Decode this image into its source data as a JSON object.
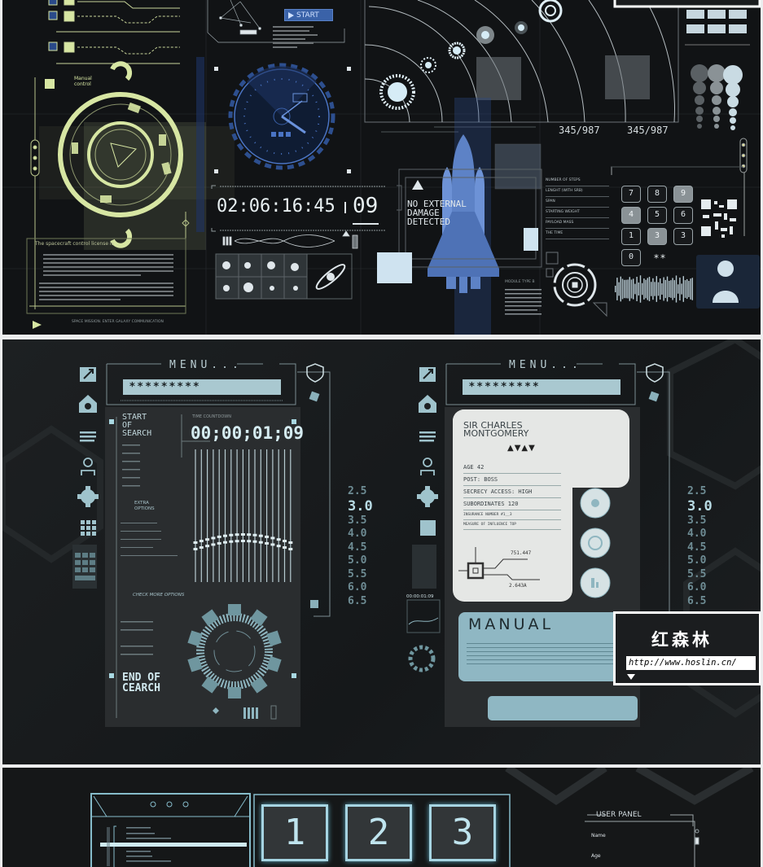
{
  "top": {
    "manual_control": [
      "Manual",
      "control"
    ],
    "start_label": "START",
    "license_title": "The spacecraft control license is",
    "footer": "SPACE MISSION. ENTER GALAXY COMMUNICATION",
    "timer_main": "02:06:16:45",
    "timer_frames": "09",
    "counters": [
      "345/987",
      "345/987"
    ],
    "alert": [
      "NO EXTERNAL",
      "DAMAGE",
      "DETECTED"
    ],
    "stats": [
      "NUMBER OF STEPS",
      "LENGHT (WITH SRB)",
      "SPAN",
      "STARTING WEIGHT",
      "PAYLOAD MASS",
      "THE TIME"
    ],
    "module_label": "MODULE TYPE B",
    "keypad": [
      "7",
      "8",
      "9",
      "4",
      "5",
      "6",
      "1",
      "3",
      "3",
      "0"
    ],
    "keypad_mask": "**"
  },
  "menu_left": {
    "title": "MENU...",
    "password": "*********",
    "start_search": [
      "START",
      "OF",
      "SEARCH"
    ],
    "countdown_label": "TIME COUNTDOWN",
    "countdown": "00;00;01;09",
    "extra_options": [
      "EXTRA",
      "OPTIONS"
    ],
    "check_more": "CHECK MORE OPTIONS",
    "end_search": [
      "END OF",
      "CEARCH"
    ]
  },
  "menu_right": {
    "title": "MENU...",
    "password": "*********",
    "name": [
      "SIR CHARLES",
      "MONTGOMERY"
    ],
    "fields": [
      "AGE  42",
      "POST:  BOSS",
      "SECRECY ACCESS: HIGH",
      "SUBORDINATES  120",
      "INSURANCE NUMBER #1__3",
      "MEASURE OF INFLUENCE TOP"
    ],
    "chip_values": [
      "751.447",
      "2.643A"
    ],
    "manual_title": "MANUAL",
    "mini_timer": "00:00:01:09"
  },
  "scale": {
    "values": [
      "2.5",
      "3.0",
      "3.5",
      "4.0",
      "4.5",
      "5.0",
      "5.5",
      "6.0",
      "6.5"
    ],
    "selected": "3.0"
  },
  "watermark": {
    "brand": "红森林",
    "url": "http://www.hoslin.cn/"
  },
  "bottom": {
    "digits": [
      "1",
      "2",
      "3"
    ],
    "user_panel_title": "USER PANEL",
    "user_fields": [
      "Name",
      "Age"
    ]
  },
  "colors": {
    "accent": "#a9c8d0",
    "hud_yellow": "#d7e6a3",
    "hud_blue": "#3b62b0",
    "bg": "#111315"
  }
}
